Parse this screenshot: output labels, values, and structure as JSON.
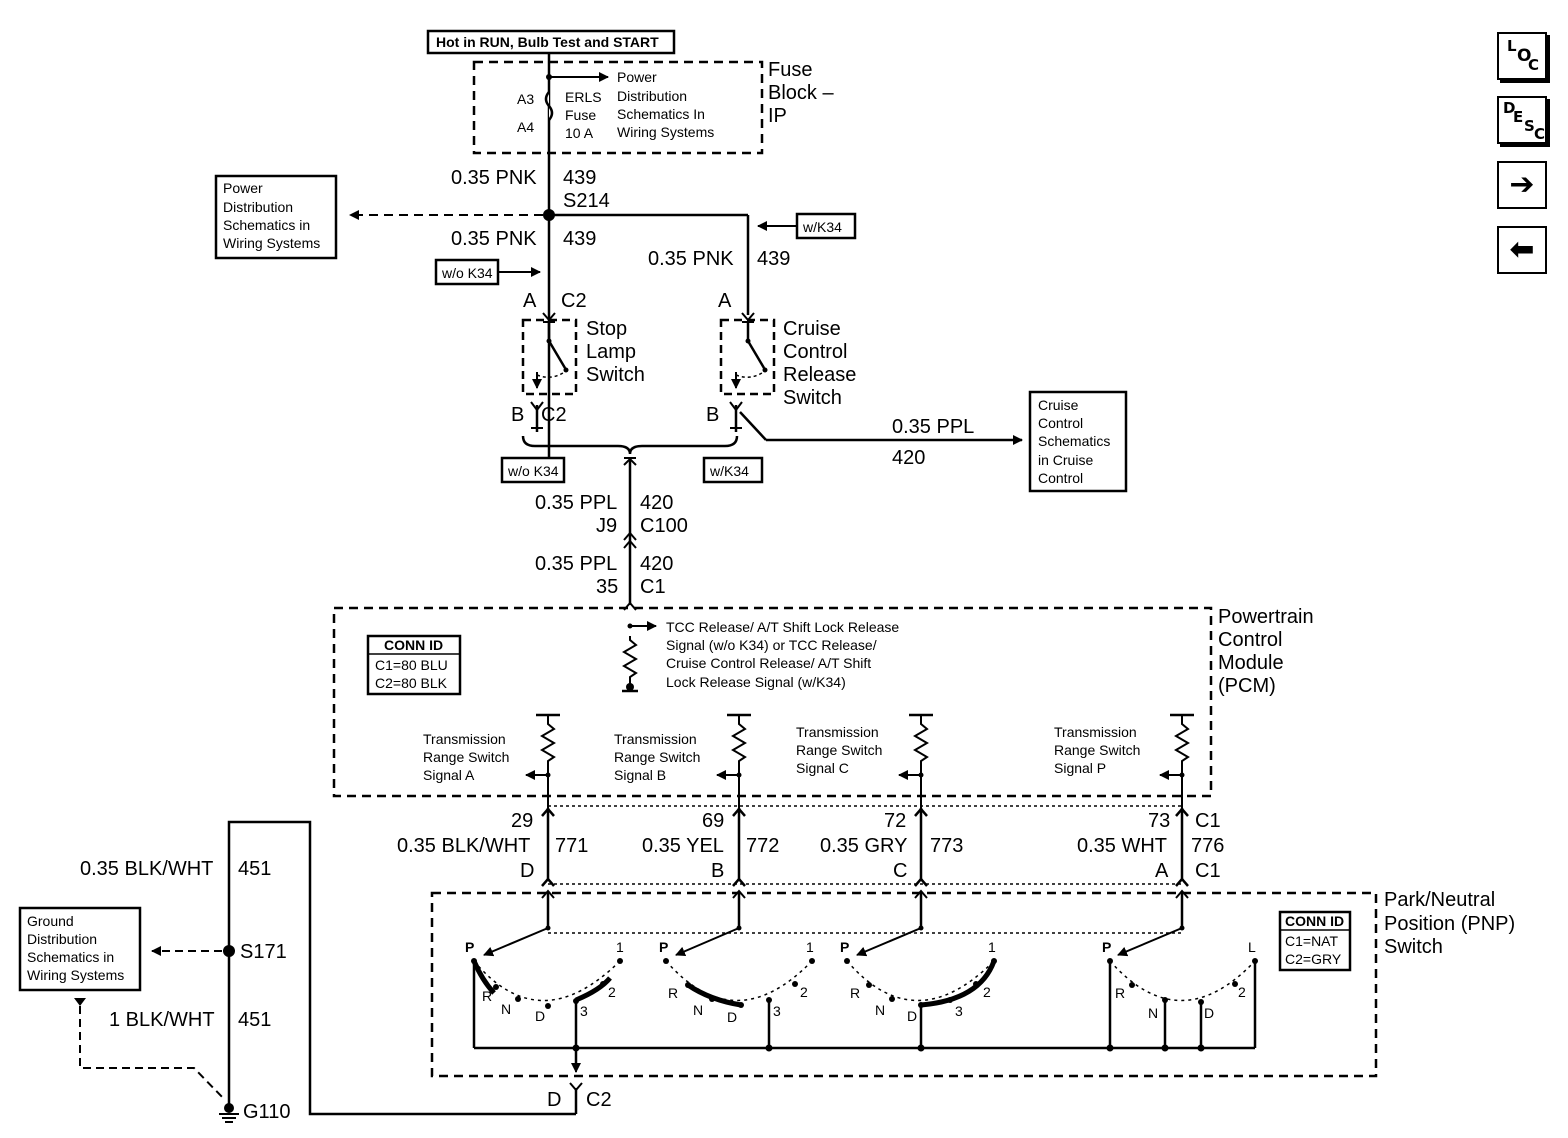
{
  "nav": {
    "loc": {
      "l1": "L",
      "l2": "O",
      "l3": "C"
    },
    "desc": {
      "l1": "D",
      "l2": "E",
      "l3": "S",
      "l4": "C"
    },
    "next_glyph": "➔",
    "prev_glyph": "⬅"
  },
  "labels": {
    "hot_in_run": "Hot in RUN, Bulb Test and START",
    "fuse_block": [
      "Fuse",
      "Block –",
      "IP"
    ],
    "fuse_a3": "A3",
    "fuse_a4": "A4",
    "fuse_name": [
      "ERLS",
      "Fuse",
      "10 A"
    ],
    "power_dist_top": [
      "Power",
      "Distribution",
      "Schematics In",
      "Wiring Systems"
    ],
    "power_dist_left": [
      "Power",
      "Distribution",
      "Schematics in",
      "Wiring Systems"
    ],
    "w0": "0.35 PNK",
    "c0": "439",
    "splice_s214": "S214",
    "w1": "0.35 PNK",
    "c1": "439",
    "w2": "0.35 PNK",
    "c2": "439",
    "wo_k34": "w/o K34",
    "w_k34": "w/K34",
    "pin_a": "A",
    "pin_b": "B",
    "conn_c2": "C2",
    "stop_lamp": [
      "Stop",
      "Lamp",
      "Switch"
    ],
    "cruise_release": [
      "Cruise",
      "Control",
      "Release",
      "Switch"
    ],
    "cruise_schem": [
      "Cruise",
      "Control",
      "Schematics",
      "in Cruise",
      "Control"
    ],
    "ppl_a": "0.35 PPL",
    "ppl_a_c": "420",
    "ppl_b": "0.35 PPL",
    "ppl_b_c": "420",
    "j9": "J9",
    "c100": "C100",
    "ppl_c": "0.35 PPL",
    "ppl_c_c": "420",
    "pin35": "35",
    "conn_c1": "C1",
    "pcm": [
      "Powertrain",
      "Control",
      "Module",
      "(PCM)"
    ],
    "conn_id_title": "CONN ID",
    "pcm_conn": [
      "C1=80 BLU",
      "C2=80 BLK"
    ],
    "tcc_signal": [
      "TCC Release/ A/T Shift Lock Release",
      "Signal (w/o K34) or TCC Release/",
      "Cruise Control Release/ A/T Shift",
      "Lock Release Signal (w/K34)"
    ],
    "trs_a": [
      "Transmission",
      "Range Switch",
      "Signal A"
    ],
    "trs_b": [
      "Transmission",
      "Range Switch",
      "Signal B"
    ],
    "trs_c": [
      "Transmission",
      "Range Switch",
      "Signal C"
    ],
    "trs_p": [
      "Transmission",
      "Range Switch",
      "Signal P"
    ],
    "pin29": "29",
    "pin69": "69",
    "pin72": "72",
    "pin73": "73",
    "wire771": "0.35 BLK/WHT",
    "c771": "771",
    "wire772": "0.35 YEL",
    "c772": "772",
    "wire773": "0.35 GRY",
    "c773": "773",
    "wire776": "0.35 WHT",
    "c776": "776",
    "pin_d": "D",
    "pin_bb": "B",
    "pin_c": "C",
    "pin_aa": "A",
    "c1_top": "C1",
    "c1_bot": "C1",
    "blk451a": "0.35 BLK/WHT",
    "c451a": "451",
    "s171": "S171",
    "blk451b": "1 BLK/WHT",
    "c451b": "451",
    "g110": "G110",
    "ground_dist": [
      "Ground",
      "Distribution",
      "Schematics in",
      "Wiring Systems"
    ],
    "pnp": [
      "Park/Neutral",
      "Position (PNP)",
      "Switch"
    ],
    "pnp_conn": [
      "C1=NAT",
      "C2=GRY"
    ],
    "bottom_d": "D",
    "bottom_c2": "C2",
    "sw1": {
      "p": "P",
      "r": "R",
      "n": "N",
      "d": "D",
      "n3": "3",
      "n2": "2",
      "n1": "1"
    },
    "sw2": {
      "p": "P",
      "r": "R",
      "n": "N",
      "d": "D",
      "n3": "3",
      "n2": "2",
      "n1": "1"
    },
    "sw3": {
      "p": "P",
      "r": "R",
      "n": "N",
      "d": "D",
      "n3": "3",
      "n2": "2",
      "n1": "1"
    },
    "sw4": {
      "p": "P",
      "r": "R",
      "n": "N",
      "d": "D",
      "n2": "2",
      "l": "L"
    }
  }
}
